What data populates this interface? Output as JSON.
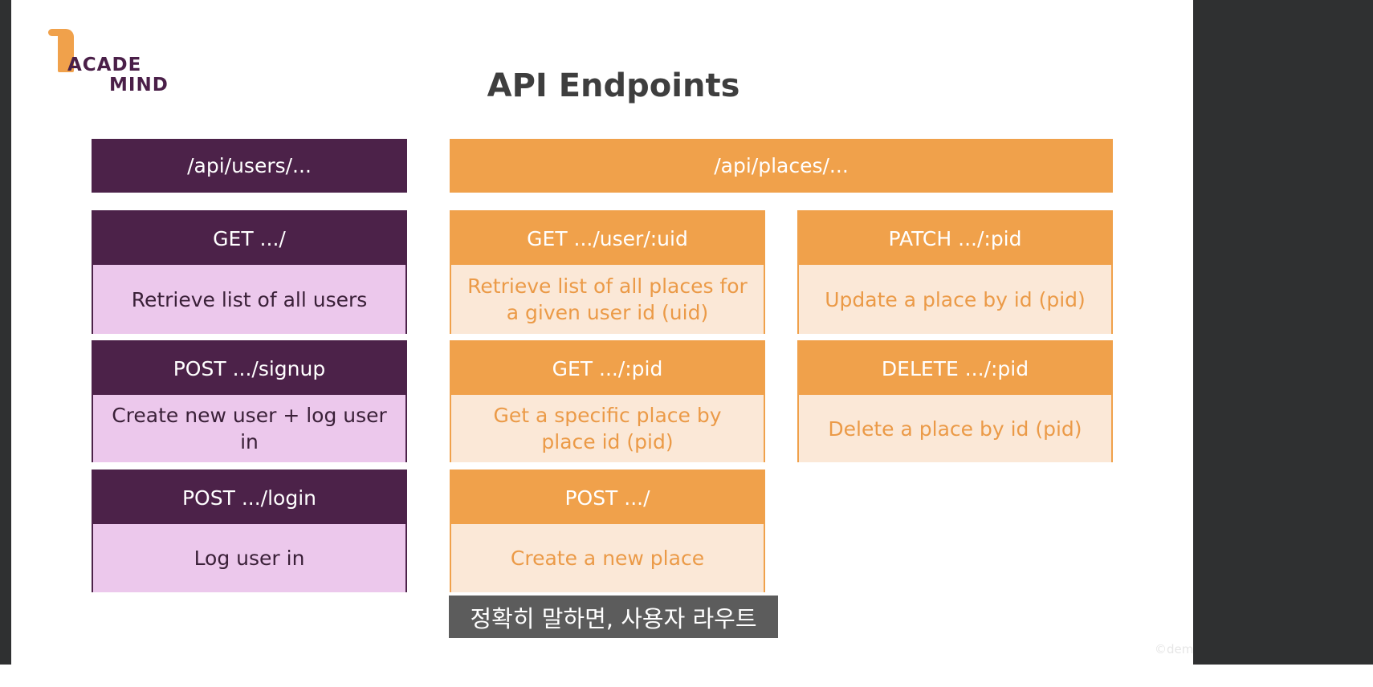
{
  "logo": {
    "line1": "ACADE",
    "line2": "MIND"
  },
  "slide": {
    "title": "API Endpoints"
  },
  "groups": {
    "users": {
      "label": "/api/users/..."
    },
    "places": {
      "label": "/api/places/..."
    }
  },
  "users_endpoints": [
    {
      "method": "GET .../",
      "description": "Retrieve list of all users"
    },
    {
      "method": "POST .../signup",
      "description": "Create new user + log user in"
    },
    {
      "method": "POST .../login",
      "description": "Log user in"
    }
  ],
  "places_endpoints": [
    {
      "method": "GET .../user/:uid",
      "description": "Retrieve list of all places for a given user id (uid)"
    },
    {
      "method": "GET .../:pid",
      "description": "Get a specific place by place id (pid)"
    },
    {
      "method": "POST .../",
      "description": "Create a new place"
    },
    {
      "method": "PATCH .../:pid",
      "description": "Update a place by id (pid)"
    },
    {
      "method": "DELETE .../:pid",
      "description": "Delete a place by id (pid)"
    }
  ],
  "caption": "정확히 말하면, 사용자 라우트",
  "watermark": "©demy",
  "colors": {
    "purple": "#4c2249",
    "purple_light": "#ecc8ec",
    "orange": "#f0a14b",
    "orange_light": "#fbe8d7"
  }
}
